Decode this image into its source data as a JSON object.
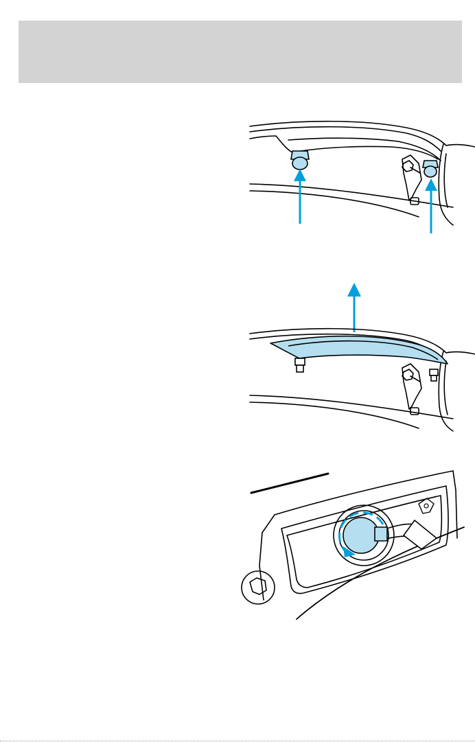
{
  "page": {
    "background": "#ffffff",
    "header_band_color": "#d3d3d3"
  },
  "colors": {
    "accent": "#00a0dc",
    "accent_fill": "#b5dff0",
    "line": "#000000"
  },
  "illustrations": [
    {
      "name": "lamp-nuts-removal",
      "icons": [
        "nut-icon",
        "arrow-up-icon"
      ]
    },
    {
      "name": "lamp-assembly-removal",
      "icons": [
        "lamp-lens-icon",
        "arrow-up-icon"
      ]
    },
    {
      "name": "bulb-socket-rotation",
      "icons": [
        "bulb-socket-icon",
        "rotate-ccw-icon"
      ]
    }
  ]
}
